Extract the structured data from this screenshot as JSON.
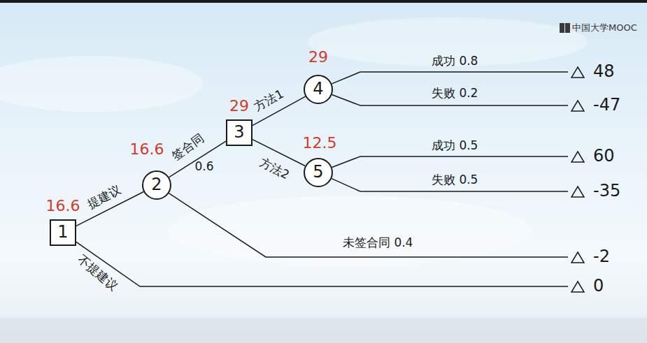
{
  "diagram": {
    "nodes": [
      {
        "text": [
          "1",
          "16.6"
        ]
      },
      {
        "text": [
          "2",
          "16.6"
        ]
      },
      {
        "text": [
          "3",
          "29"
        ]
      },
      {
        "text": [
          "4",
          "29"
        ]
      },
      {
        "text": [
          "5",
          "12.5"
        ]
      },
      {
        "text": [
          "48"
        ]
      },
      {
        "text": [
          "-47"
        ]
      },
      {
        "text": [
          "60"
        ]
      },
      {
        "text": [
          "-35"
        ]
      },
      {
        "text": [
          "-2"
        ]
      },
      {
        "text": [
          "0"
        ]
      }
    ],
    "edges": [
      {
        "from": 0,
        "to": 1,
        "arrow": "none",
        "label": "提建议"
      },
      {
        "from": 0,
        "to": 10,
        "arrow": "none",
        "label": "不提建议"
      },
      {
        "from": 1,
        "to": 2,
        "arrow": "none",
        "label": "签合同"
      },
      {
        "from": 1,
        "to": 9,
        "arrow": "none",
        "label": "未签合同 0.4"
      },
      {
        "from": 2,
        "to": 3,
        "arrow": "none",
        "label": "方法1"
      },
      {
        "from": 2,
        "to": 4,
        "arrow": "none",
        "label": "方法2"
      },
      {
        "from": 3,
        "to": 5,
        "arrow": "none",
        "label": "成功 0.8"
      },
      {
        "from": 3,
        "to": 6,
        "arrow": "none",
        "label": "失败 0.2"
      },
      {
        "from": 4,
        "to": 7,
        "arrow": "none",
        "label": "成功 0.5"
      },
      {
        "from": 4,
        "to": 8,
        "arrow": "none",
        "label": "失败 0.5"
      }
    ],
    "labels": [
      "0.6",
      "中国大学MOOC"
    ]
  }
}
